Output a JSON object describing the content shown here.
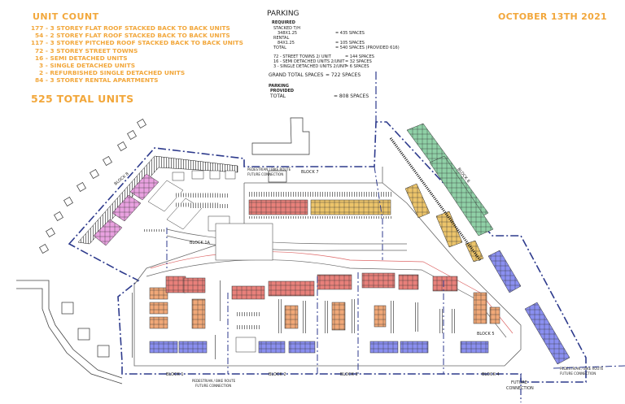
{
  "unit_count": {
    "heading": "UNIT COUNT",
    "items": [
      "177 - 3 STOREY FLAT ROOF STACKED BACK TO BACK UNITS",
      "54 - 2 STOREY FLAT ROOF STACKED BACK TO BACK UNITS",
      "117 - 3 STOREY PITCHED ROOF STACKED BACK TO BACK UNITS",
      "72 - 3 STOREY STREET TOWNS",
      "16 - SEMI DETACHED UNITS",
      "3 - SINGLE DETACHED UNITS",
      "2 - REFURBISHED SINGLE DETACHED UNITS",
      "84 - 3 STOREY RENTAL APARTMENTS"
    ],
    "total": "525 TOTAL UNITS"
  },
  "date": "OCTOBER 13TH 2021",
  "parking": {
    "title": "PARKING",
    "required_label": "REQUIRED",
    "stacked_label": "STACKED T/H",
    "stacked_calc": "348X1.25",
    "stacked_value": "= 435 SPACES",
    "rental_label": "RENTAL",
    "rental_calc": "84X1.25",
    "rental_value": "= 105 SPACES",
    "total_label": "TOTAL",
    "total_value": "= 540 SPACES (PROVIDED 616)",
    "line1": "72 - STREET TOWNS 2/ UNIT",
    "line1_value": "= 144 SPACES",
    "line2": "16 - SEMI DETACHED UNITS 2/UNIT",
    "line2_value": "= 32 SPACES",
    "line3": "3 - SINGLE DETACHED UNITS 2/UNIT",
    "line3_value": "= 6 SPACES",
    "grand_total_label": "GRAND TOTAL SPACES",
    "grand_total_value": "= 722 SPACES",
    "provided_heading": "PARKING",
    "provided_label": "PROVIDED",
    "provided_total_label": "TOTAL",
    "provided_total_value": "= 808 SPACES"
  },
  "site": {
    "blocks": [
      "BLOCK 8",
      "BLOCK 7",
      "BLOCK 6",
      "BLOCK 1A",
      "BLOCK 1",
      "BLOCK 2",
      "BLOCK 3",
      "BLOCK 4",
      "BLOCK 5"
    ],
    "pedestrian_top": "PEDESTRIAN / BIKE ROUTE",
    "future_top": "FUTURE CONNECTION",
    "pedestrian_bottom": "PEDESTRIAN / BIKE ROUTE",
    "future_bottom": "FUTURE CONNECTION",
    "pedestrian_right": "PEDESTRIAN / BIKE ROUTE",
    "future_right": "FUTURE CONNECTION",
    "future_connection": "FUTURE",
    "future_connection2": "CONNECTION"
  },
  "colors": {
    "orange_text": "#f2a73b",
    "red_units": "#e8807a",
    "yellow_units": "#ecc46a",
    "green_units": "#8fd0a6",
    "pink_units": "#e9a1e0",
    "blue_units": "#8a8ff0",
    "salmon_units": "#f0a878",
    "boundary": "#2d3a8c"
  }
}
